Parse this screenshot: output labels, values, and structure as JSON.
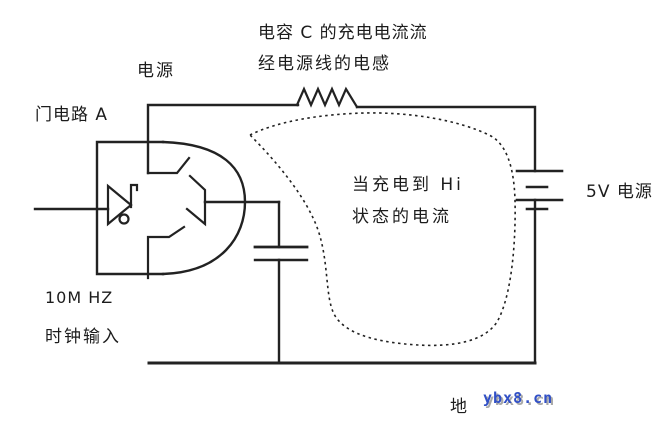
{
  "figure": {
    "type": "circuit-diagram",
    "background": "#ffffff",
    "line_color": "#222222",
    "components": [
      "gate-circuit-outline",
      "inverter-symbol",
      "upper-output-switch",
      "lower-output-switch",
      "power-line-inductor",
      "decoupling-capacitor",
      "5v-battery",
      "ground-rail",
      "charging-current-dotted-loop"
    ]
  },
  "labels": {
    "cap_note_line1": "电容 C 的充电电流流",
    "cap_note_line2": "经电源线的电感",
    "power": "电源",
    "gate": "门电路 A",
    "loop_line1": "当充电到 Hi",
    "loop_line2": "状态的电流",
    "supply": "5V 电源",
    "clock_line1": "10M HZ",
    "clock_line2": "时钟输入",
    "ground": "地",
    "watermark": "ybx8.cn"
  },
  "colors": {
    "wire": "#222222",
    "text": "#1c1c1c",
    "watermark_blue": "#3150c6",
    "watermark_shadow": "#a8a8a8"
  }
}
